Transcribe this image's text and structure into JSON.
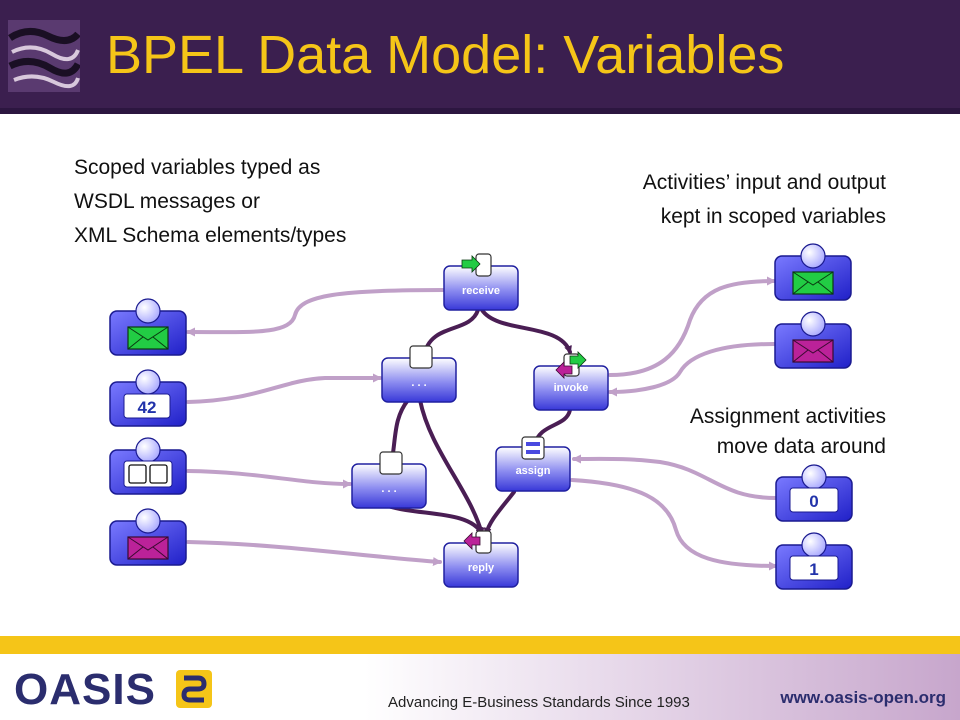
{
  "slide": {
    "title": "BPEL Data Model: Variables",
    "left_text": [
      "Scoped variables typed as",
      "WSDL messages or",
      "XML Schema elements/types"
    ],
    "right_text_top": [
      "Activities’ input and output",
      "kept in scoped variables"
    ],
    "right_text_mid": [
      "Assignment activities",
      "move data around"
    ]
  },
  "diagram": {
    "activities": {
      "receive": "receive",
      "scope1": ". . .",
      "invoke": "invoke",
      "scope2": ". . .",
      "assign": "assign",
      "reply": "reply"
    },
    "variables": {
      "left_number": "42",
      "right_number_0": "0",
      "right_number_1": "1"
    }
  },
  "footer": {
    "logo": "OASIS",
    "tagline": "Advancing E-Business Standards Since 1993",
    "url": "www.oasis-open.org"
  },
  "colors": {
    "header_bg": "#3b1f4f",
    "title": "#f5c518",
    "activity_fill": "#4a4ae0",
    "connector_dark": "#4a1e54",
    "connector_light": "#c0a0c8",
    "envelope_green": "#22cc44",
    "envelope_magenta": "#bb2299",
    "footer_yellow": "#f5c518",
    "oasis_blue": "#2b2d6e"
  }
}
